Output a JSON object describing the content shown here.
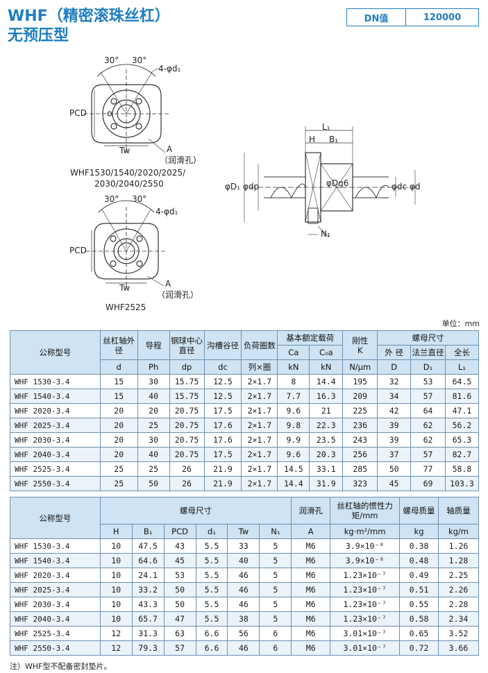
{
  "title": {
    "line1": "WHF（精密滚珠丝杠）",
    "line2": "无预压型"
  },
  "dn": {
    "label": "DN值",
    "value": "120000"
  },
  "drawing": {
    "angle1": "30°",
    "angle2": "30°",
    "holes": "4-φd₁",
    "pcd": "PCD",
    "tw": "Tw",
    "a": "A",
    "lube": "（润滑孔）",
    "models_a_line1": "WHF1530/1540/2020/2025/",
    "models_a_line2": "2030/2040/2550",
    "models_b": "WHF2525",
    "L1": "L₁",
    "H": "H",
    "B1": "B₁",
    "D1": "φD₁",
    "dp": "φdp",
    "dg6": "φDg6",
    "dc": "φdc",
    "d": "φd",
    "N1": "N₁"
  },
  "unit": "单位：mm",
  "table1": {
    "headers": {
      "model": "公称型号",
      "shaft": "丝杠轴外 径",
      "lead": "导程",
      "ball": "钢球中心直径",
      "groove": "沟槽谷径",
      "circuits": "负荷圈数",
      "load": "基本额定载荷",
      "rigidity": "刚性",
      "nut": "螺母尺寸",
      "outer": "外 径",
      "flange": "法兰直径",
      "length": "全长",
      "ca": "Ca",
      "c0a": "C₀a",
      "u_d": "d",
      "u_ph": "Ph",
      "u_dp": "dp",
      "u_dc": "dc",
      "u_circ": "列×圈",
      "u_kn1": "kN",
      "u_kn2": "kN",
      "u_k": "N/μm",
      "u_D": "D",
      "u_D1": "D₁",
      "u_L1": "L₁",
      "k": "K"
    },
    "rows": [
      [
        "WHF 1530-3.4",
        "15",
        "30",
        "15.75",
        "12.5",
        "2×1.7",
        "8",
        "14.4",
        "195",
        "32",
        "53",
        "64.5"
      ],
      [
        "WHF 1540-3.4",
        "15",
        "40",
        "15.75",
        "12.5",
        "2×1.7",
        "7.7",
        "16.3",
        "209",
        "34",
        "57",
        "81.6"
      ],
      [
        "WHF 2020-3.4",
        "20",
        "20",
        "20.75",
        "17.5",
        "2×1.7",
        "9.6",
        "21",
        "225",
        "42",
        "64",
        "47.1"
      ],
      [
        "WHF 2025-3.4",
        "20",
        "25",
        "20.75",
        "17.6",
        "2×1.7",
        "9.8",
        "22.3",
        "236",
        "39",
        "62",
        "56.2"
      ],
      [
        "WHF 2030-3.4",
        "20",
        "30",
        "20.75",
        "17.6",
        "2×1.7",
        "9.9",
        "23.5",
        "243",
        "39",
        "62",
        "65.3"
      ],
      [
        "WHF 2040-3.4",
        "20",
        "40",
        "20.75",
        "17.5",
        "2×1.7",
        "9.6",
        "20.3",
        "256",
        "37",
        "57",
        "82.7"
      ],
      [
        "WHF 2525-3.4",
        "25",
        "25",
        "26",
        "21.9",
        "2×1.7",
        "14.5",
        "33.1",
        "285",
        "50",
        "77",
        "58.8"
      ],
      [
        "WHF 2550-3.4",
        "25",
        "50",
        "26",
        "21.9",
        "2×1.7",
        "14.4",
        "31.9",
        "323",
        "45",
        "69",
        "103.3"
      ]
    ]
  },
  "table2": {
    "headers": {
      "model": "公称型号",
      "nut": "螺母尺寸",
      "lube": "润滑孔",
      "inertia": "丝杠轴的惯性力矩/mm",
      "nutmass": "螺母质量",
      "shaftmass": "轴质量",
      "H": "H",
      "B1": "B₁",
      "PCD": "PCD",
      "d1": "d₁",
      "Tw": "Tw",
      "N1": "N₁",
      "A": "A",
      "u_inertia": "kg·m²/mm",
      "u_kg": "kg",
      "u_kgm": "kg/m"
    },
    "rows": [
      [
        "WHF 1530-3.4",
        "10",
        "47.5",
        "43",
        "5.5",
        "33",
        "5",
        "M6",
        "3.9×10⁻⁸",
        "0.38",
        "1.26"
      ],
      [
        "WHF 1540-3.4",
        "10",
        "64.6",
        "45",
        "5.5",
        "40",
        "5",
        "M6",
        "3.9×10⁻⁸",
        "0.48",
        "1.28"
      ],
      [
        "WHF 2020-3.4",
        "10",
        "24.1",
        "53",
        "5.5",
        "46",
        "5",
        "M6",
        "1.23×10⁻⁷",
        "0.49",
        "2.25"
      ],
      [
        "WHF 2025-3.4",
        "10",
        "33.2",
        "50",
        "5.5",
        "46",
        "5",
        "M6",
        "1.23×10⁻⁷",
        "0.51",
        "2.26"
      ],
      [
        "WHF 2030-3.4",
        "10",
        "43.3",
        "50",
        "5.5",
        "46",
        "5",
        "M6",
        "1.23×10⁻⁷",
        "0.55",
        "2.28"
      ],
      [
        "WHF 2040-3.4",
        "10",
        "65.7",
        "47",
        "5.5",
        "38",
        "5",
        "M6",
        "1.23×10⁻⁷",
        "0.58",
        "2.34"
      ],
      [
        "WHF 2525-3.4",
        "12",
        "31.3",
        "63",
        "6.6",
        "56",
        "6",
        "M6",
        "3.01×10⁻⁷",
        "0.65",
        "3.52"
      ],
      [
        "WHF 2550-3.4",
        "12",
        "79.3",
        "57",
        "6.6",
        "46",
        "6",
        "M6",
        "3.01×10⁻⁷",
        "0.72",
        "3.66"
      ]
    ]
  },
  "note": "注）WHF型不配备密封垫片。"
}
